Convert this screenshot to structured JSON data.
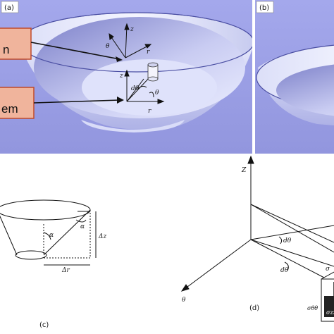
{
  "colors": {
    "panel_bg": "#9a9ee6",
    "bowl_light": "#eef0ff",
    "bowl_mid": "#c8ccf2",
    "bowl_dark": "#7478c6",
    "callout_fill": "#f0b49c",
    "callout_border": "#c04a2a",
    "line": "#111111"
  },
  "panel_a": {
    "label": "(a)",
    "callouts": [
      "n",
      "em"
    ],
    "upper_axes": {
      "z": "z",
      "theta": "θ",
      "r": "r"
    },
    "lower_axes": {
      "z": "z",
      "dtheta": "dθ",
      "theta": "θ",
      "r": "r"
    }
  },
  "panel_b": {
    "label": "(b)"
  },
  "panel_c": {
    "label": "(c)",
    "alpha_left": "α",
    "alpha_right": "α",
    "delta_z": "Δz",
    "delta_r": "Δr"
  },
  "panel_d": {
    "label": "(d)",
    "z_axis": "Z",
    "theta_axis": "θ",
    "dtheta_upper": "dθ",
    "dtheta_lower": "dθ",
    "sigma_top": "σ",
    "sigma_theta_theta": "σθθ",
    "sigma_zz": "σzz"
  }
}
